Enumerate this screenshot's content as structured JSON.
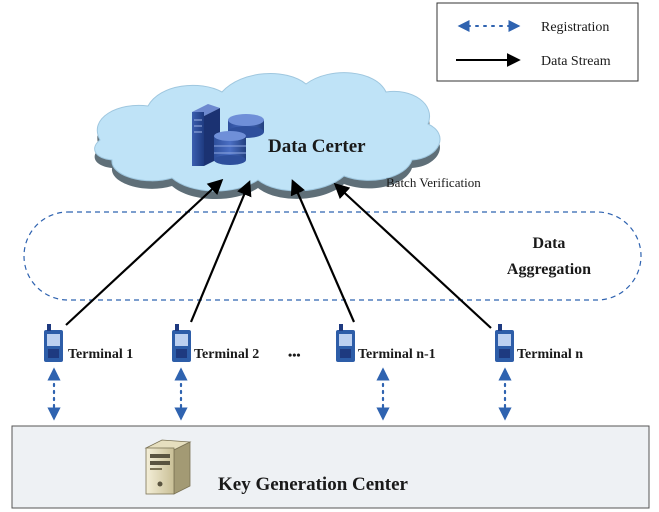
{
  "legend": {
    "registration_label": "Registration",
    "data_stream_label": "Data Stream"
  },
  "data_center": {
    "title": "Data Certer",
    "batch_label": "Batch Verification",
    "icons": [
      "server-tower-icon",
      "database-icon"
    ]
  },
  "aggregation": {
    "line1": "Data",
    "line2": "Aggregation"
  },
  "terminals": [
    {
      "label": "Terminal 1",
      "icon": "handheld-terminal-icon"
    },
    {
      "label": "Terminal 2",
      "icon": "handheld-terminal-icon"
    },
    {
      "label": "Terminal n-1",
      "icon": "handheld-terminal-icon"
    },
    {
      "label": "Terminal n",
      "icon": "handheld-terminal-icon"
    }
  ],
  "ellipsis": "•••",
  "kgc": {
    "title": "Key Generation Center",
    "icon": "server-computer-icon"
  },
  "colors": {
    "cloud_fill": "#bfe3f7",
    "cloud_shadow": "#5f6f78",
    "dashed_blue": "#2f63b0",
    "kgc_fill": "#eef1f4",
    "device_blue": "#2d5da8"
  }
}
